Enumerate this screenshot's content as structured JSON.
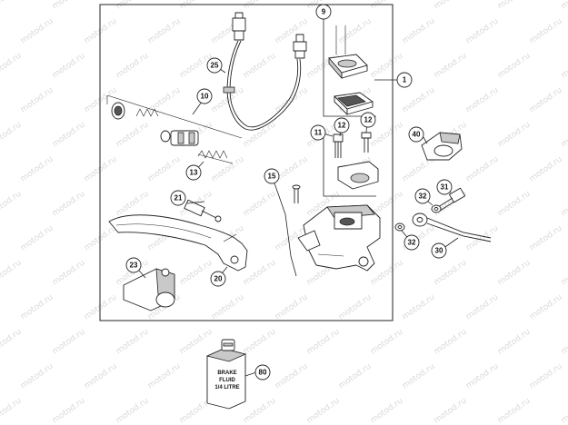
{
  "watermark": {
    "text": "motod.ru"
  },
  "callouts": [
    {
      "label": "1"
    },
    {
      "label": "9"
    },
    {
      "label": "10"
    },
    {
      "label": "11"
    },
    {
      "label": "12"
    },
    {
      "label": "12"
    },
    {
      "label": "13"
    },
    {
      "label": "15"
    },
    {
      "label": "20"
    },
    {
      "label": "21"
    },
    {
      "label": "23"
    },
    {
      "label": "25"
    },
    {
      "label": "30"
    },
    {
      "label": "31"
    },
    {
      "label": "32"
    },
    {
      "label": "32"
    },
    {
      "label": "40"
    },
    {
      "label": "80"
    }
  ],
  "bottle_label": {
    "line1": "BRAKE",
    "line2": "FLUID",
    "line3": "1/4 LITRE"
  }
}
